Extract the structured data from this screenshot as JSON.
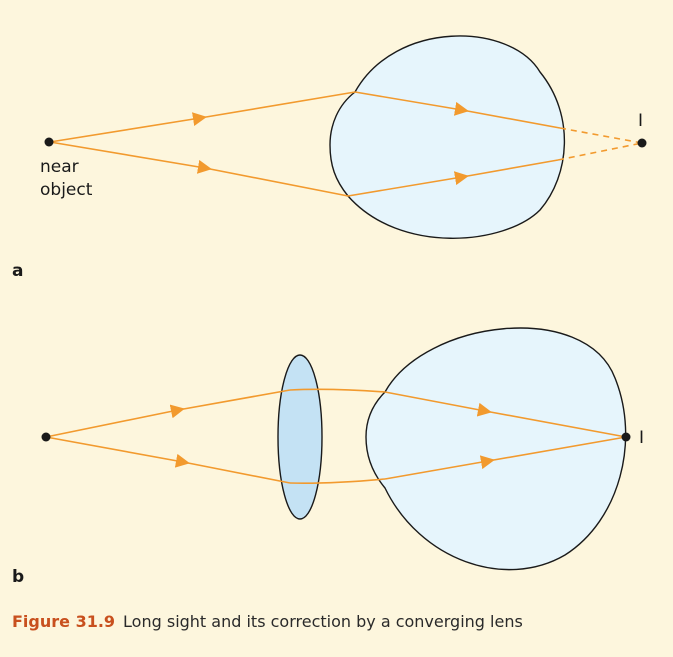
{
  "diagram_a": {
    "subfigure_label": "a",
    "object_label_line1": "near",
    "object_label_line2": "object",
    "image_label": "I"
  },
  "diagram_b": {
    "subfigure_label": "b",
    "image_label": "I"
  },
  "caption": {
    "figure_number": "Figure 31.9",
    "text": "Long sight and its correction by a converging lens"
  },
  "colors": {
    "background": "#fdf6dd",
    "ray": "#f29a2e",
    "eye_fill": "#e6f5fc",
    "lens_fill": "#c4e2f4",
    "outline": "#1a1a1a",
    "caption_accent": "#c8501e"
  }
}
